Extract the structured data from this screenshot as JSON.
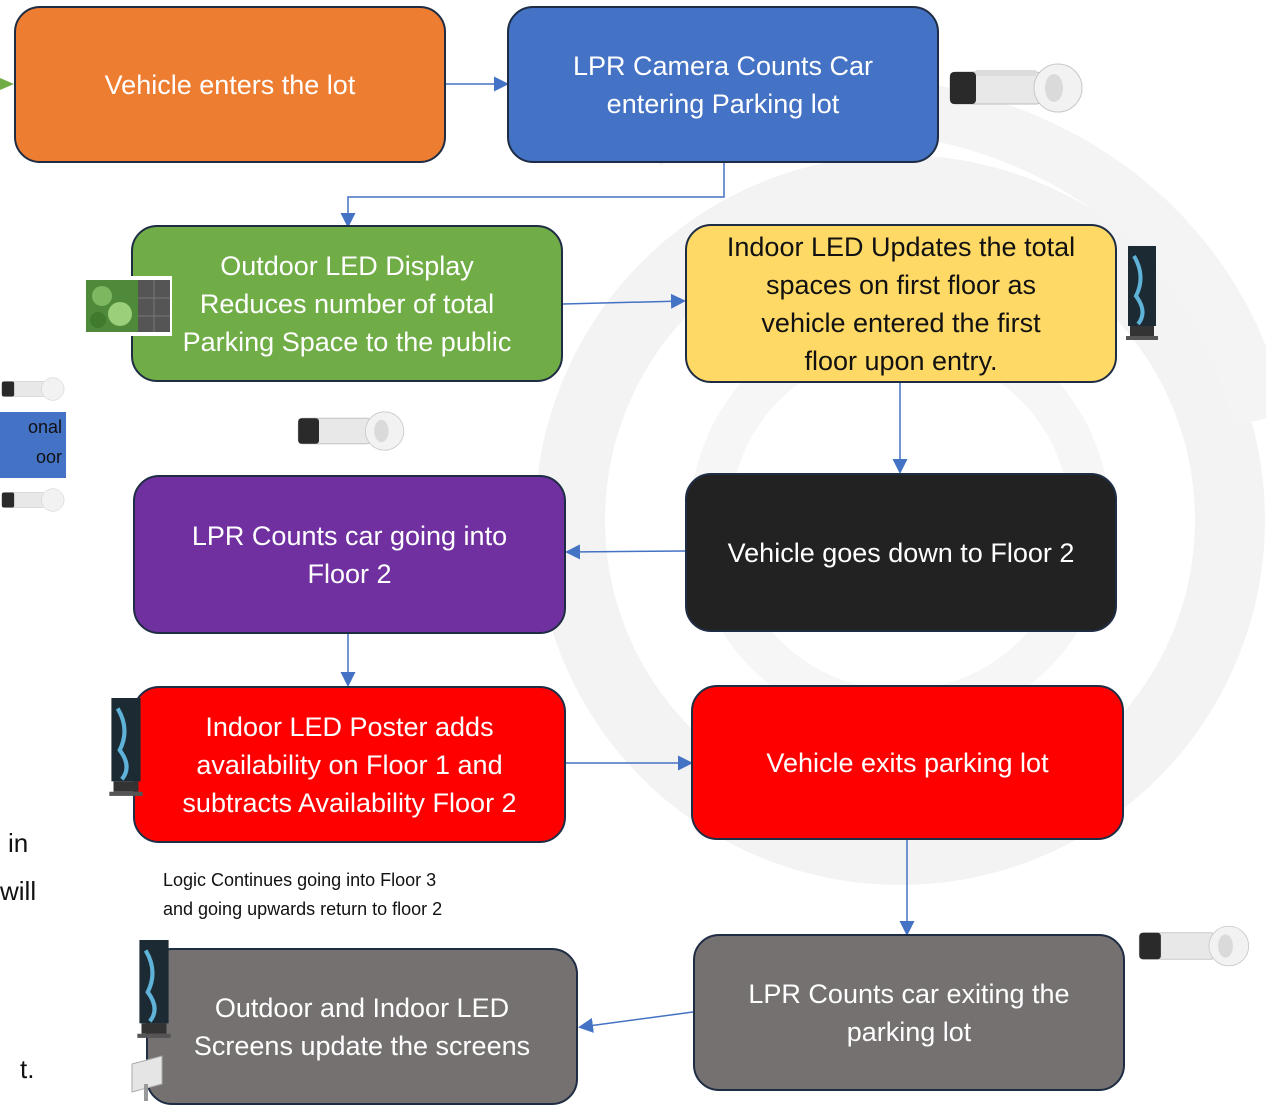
{
  "boxes": {
    "vehicle_enters": {
      "text": "Vehicle enters the lot",
      "color": "#ed7d31"
    },
    "lpr_camera_counts": {
      "text": "LPR Camera Counts Car\nentering Parking lot",
      "color": "#4472c4"
    },
    "outdoor_led_display": {
      "text": "Outdoor LED Display\nReduces number of total\nParking Space to the public",
      "color": "#70ad47"
    },
    "indoor_led_updates": {
      "text": "Indoor LED Updates the total\nspaces on first floor as\nvehicle entered the first\nfloor upon entry.",
      "color": "#ffd966"
    },
    "lpr_counts_floor2": {
      "text": "LPR Counts car going into\nFloor 2",
      "color": "#7030a0"
    },
    "vehicle_goes_down": {
      "text": "Vehicle goes down to Floor 2",
      "color": "#222222"
    },
    "indoor_led_poster": {
      "text": "Indoor LED Poster adds\navailability on Floor 1 and\nsubtracts Availability Floor 2",
      "color": "#ff0000"
    },
    "vehicle_exits": {
      "text": "Vehicle exits parking lot",
      "color": "#ff0000"
    },
    "outdoor_indoor_update": {
      "text": "Outdoor and Indoor LED\nScreens update the screens",
      "color": "#767171"
    },
    "lpr_counts_exiting": {
      "text": "LPR Counts car exiting the\nparking lot",
      "color": "#767171"
    }
  },
  "note": {
    "text": "Logic Continues going into Floor 3\nand going upwards return to floor 2"
  },
  "side_fragments": {
    "blue_tab": "onal\noor",
    "line_in": "in",
    "line_will": "will",
    "line_t": "t."
  },
  "colors": {
    "arrow": "#4472c4",
    "entry_arrow": "#70ad47"
  },
  "icons": {
    "camera": "lpr-camera-icon",
    "poster": "led-poster-icon",
    "outdoor_display": "outdoor-led-display-icon",
    "sign": "outdoor-sign-icon"
  }
}
